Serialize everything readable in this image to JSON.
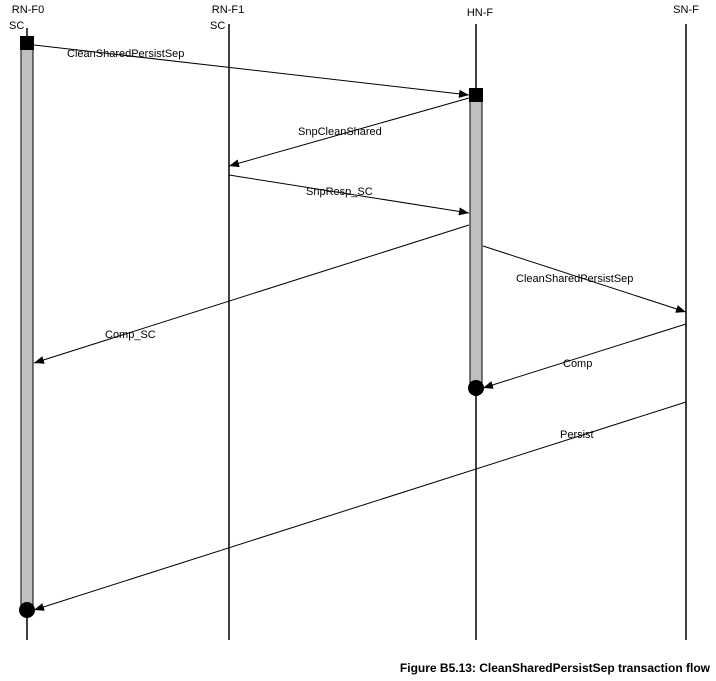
{
  "nodes": [
    {
      "id": "rnf0",
      "name": "RN-F0",
      "state": "SC"
    },
    {
      "id": "rnf1",
      "name": "RN-F1",
      "state": "SC"
    },
    {
      "id": "hnf",
      "name": "HN-F",
      "state": ""
    },
    {
      "id": "snf",
      "name": "SN-F",
      "state": ""
    }
  ],
  "messages": [
    {
      "id": "msg1",
      "label": "CleanSharedPersistSep",
      "from": "RN-F0",
      "to": "HN-F"
    },
    {
      "id": "msg2",
      "label": "SnpCleanShared",
      "from": "HN-F",
      "to": "RN-F1"
    },
    {
      "id": "msg3",
      "label": "SnpResp_SC",
      "from": "RN-F1",
      "to": "HN-F"
    },
    {
      "id": "msg4",
      "label": "Comp_SC",
      "from": "HN-F",
      "to": "RN-F0"
    },
    {
      "id": "msg5",
      "label": "CleanSharedPersistSep",
      "from": "HN-F",
      "to": "SN-F"
    },
    {
      "id": "msg6",
      "label": "Comp",
      "from": "SN-F",
      "to": "HN-F"
    },
    {
      "id": "msg7",
      "label": "Persist",
      "from": "SN-F",
      "to": "RN-F0"
    }
  ],
  "caption": "Figure B5.13: CleanSharedPersistSep transaction flow",
  "colors": {
    "line": "#000000",
    "activation": "#c0c0c0",
    "background": "#ffffff"
  }
}
